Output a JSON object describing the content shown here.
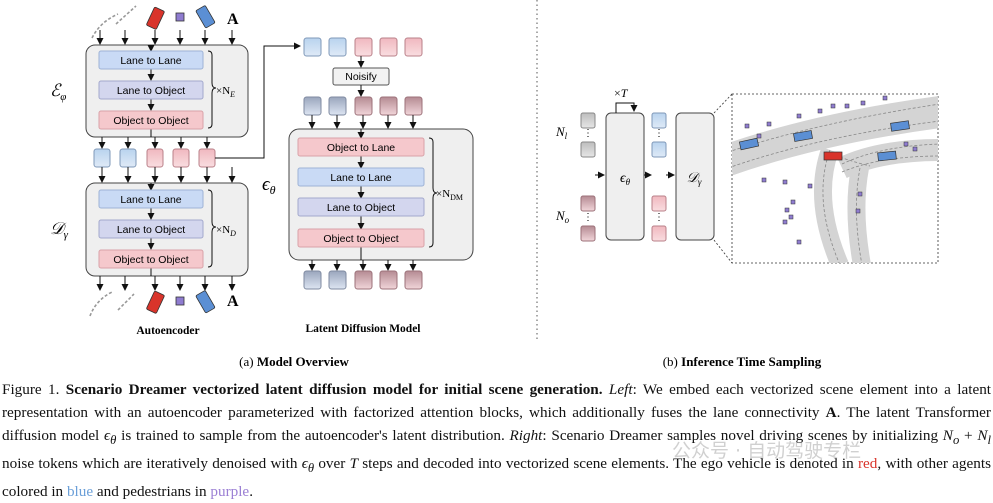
{
  "autoencoder": {
    "encoder_symbol": "ℰ",
    "encoder_sub": "φ",
    "decoder_symbol": "𝒟",
    "decoder_sub": "γ",
    "encoder_blocks": [
      "Lane to Lane",
      "Lane to Object",
      "Object to Object"
    ],
    "decoder_blocks": [
      "Lane to Lane",
      "Lane to Object",
      "Object to Object"
    ],
    "encoder_repeat": "×N",
    "encoder_repeat_sub": "E",
    "decoder_repeat": "×N",
    "decoder_repeat_sub": "D",
    "adjacency_label": "A",
    "title": "Autoencoder"
  },
  "diffusion": {
    "noisify_label": "Noisify",
    "model_symbol": "ϵ",
    "model_sub": "θ",
    "blocks": [
      "Object to Lane",
      "Lane to Lane",
      "Lane to Object",
      "Object to Object"
    ],
    "repeat": "×N",
    "repeat_sub": "DM",
    "title": "Latent Diffusion Model"
  },
  "inference": {
    "loop_label": "×T",
    "lane_count": "N",
    "lane_count_sub": "l",
    "object_count": "N",
    "object_count_sub": "o",
    "model_symbol": "ϵ",
    "model_sub": "θ",
    "decoder_symbol": "𝒟",
    "decoder_sub": "γ"
  },
  "subcaptions": {
    "a_prefix": "(a)",
    "a_title": "Model Overview",
    "b_prefix": "(b)",
    "b_title": "Inference Time Sampling"
  },
  "caption": {
    "label": "Figure 1.",
    "bold": "Scenario Dreamer vectorized latent diffusion model for initial scene generation.",
    "left_word": "Left",
    "text1": ": We embed each vectorized scene element into a latent representation with an autoencoder parameterized with factorized attention blocks, which additionally fuses the lane connectivity ",
    "A": "A",
    "text2": ". The latent Transformer diffusion model ",
    "eps": "ϵ",
    "eps_sub": "θ",
    "text3": " is trained to sample from the autoencoder's latent distribution. ",
    "right_word": "Right",
    "text4": ": Scenario Dreamer samples novel driving scenes by initializing ",
    "No": "N",
    "No_sub": "o",
    "plus": " + ",
    "Nl": "N",
    "Nl_sub": "l",
    "text5": " noise tokens which are iteratively denoised with ",
    "eps2": "ϵ",
    "eps2_sub": "θ",
    "text6": " over ",
    "T": "T",
    "text7": " steps and decoded into vectorized scene elements. The ego vehicle is denoted in ",
    "red_word": "red",
    "text8": ", with other agents colored in ",
    "blue_word": "blue",
    "text9": " and pedestrians in ",
    "purple_word": "purple",
    "text10": "."
  },
  "watermark": "公众号 · 自动驾驶专栏",
  "colors": {
    "lane_token": "#b9d3ee",
    "object_token": "#f0b8bf",
    "lane_block": "#c9daf5",
    "mixed_block": "#d3d6ee",
    "object_block": "#f5c8cc",
    "panel": "#efefef",
    "ego": "#d9342b",
    "agent": "#5b8fd4",
    "pedestrian": "#8f7cd0"
  }
}
